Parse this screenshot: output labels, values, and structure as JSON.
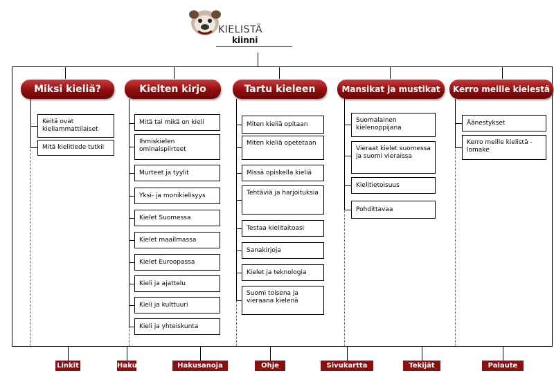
{
  "logo": {
    "title": "KIELISTÄ",
    "subtitle": "kiinni",
    "mascot_icon": "bulldog-mascot-icon"
  },
  "columns": [
    {
      "header": "Miksi kieliä?",
      "items": [
        "Keitä ovat kieliammattilaiset",
        "Mitä kielitiede tutkii"
      ]
    },
    {
      "header": "Kielten kirjo",
      "items": [
        "Mitä tai mikä on kieli",
        "Ihmiskielen ominaispiirteet",
        "Murteet ja tyylit",
        "Yksi- ja monikielisyys",
        "Kielet Suomessa",
        "Kielet maailmassa",
        "Kielet Euroopassa",
        "Kieli ja ajattelu",
        "Kieli ja kulttuuri",
        "Kieli ja yhteiskunta"
      ]
    },
    {
      "header": "Tartu kieleen",
      "items": [
        "Miten kieliä opitaan",
        "Miten kieliä opetetaan",
        "Missä opiskella kieliä",
        "Tehtäviä ja harjoituksia",
        "Testaa kielitaitoasi",
        "Sanakirjoja",
        "Kielet ja teknologia",
        "Suomi toisena ja vieraana kielenä"
      ]
    },
    {
      "header": "Mansikat ja mustikat",
      "items": [
        "Suomalainen kielenoppijana",
        "Vieraat kielet suomessa ja suomi vieraissa",
        "Kielitietoisuus",
        "Pohdittavaa"
      ]
    },
    {
      "header": "Kerro meille kielestä",
      "items": [
        "Äänestykset",
        "Kerro meille kielistä -lomake"
      ]
    }
  ],
  "nav": [
    "Linkit",
    "Haku",
    "Hakusanoja",
    "Ohje",
    "Sivukartta",
    "Tekijät",
    "Palaute"
  ],
  "colors": {
    "accent": "#8e0d0d"
  }
}
